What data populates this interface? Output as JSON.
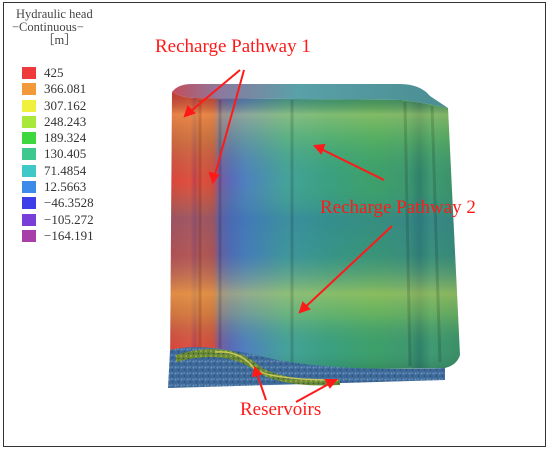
{
  "legend": {
    "title": "Hydraulic head",
    "subtitle": "−Continuous−",
    "unit": "［m］",
    "items": [
      {
        "value": "425",
        "color": "#ee3a3a"
      },
      {
        "value": "366.081",
        "color": "#f29a3a"
      },
      {
        "value": "307.162",
        "color": "#f0f03e"
      },
      {
        "value": "248.243",
        "color": "#a8e83a"
      },
      {
        "value": "189.324",
        "color": "#3ed83e"
      },
      {
        "value": "130.405",
        "color": "#3ec88e"
      },
      {
        "value": "71.4854",
        "color": "#3ec8c8"
      },
      {
        "value": "12.5663",
        "color": "#3e8ae8"
      },
      {
        "value": "−46.3528",
        "color": "#3e3ee8"
      },
      {
        "value": "−105.272",
        "color": "#7a3ed8"
      },
      {
        "value": "−164.191",
        "color": "#a83ea8"
      }
    ]
  },
  "annotations": {
    "pathway1": "Recharge Pathway 1",
    "pathway2": "Recharge Pathway 2",
    "reservoirs": "Reservoirs",
    "color": "#ff1a1a"
  }
}
